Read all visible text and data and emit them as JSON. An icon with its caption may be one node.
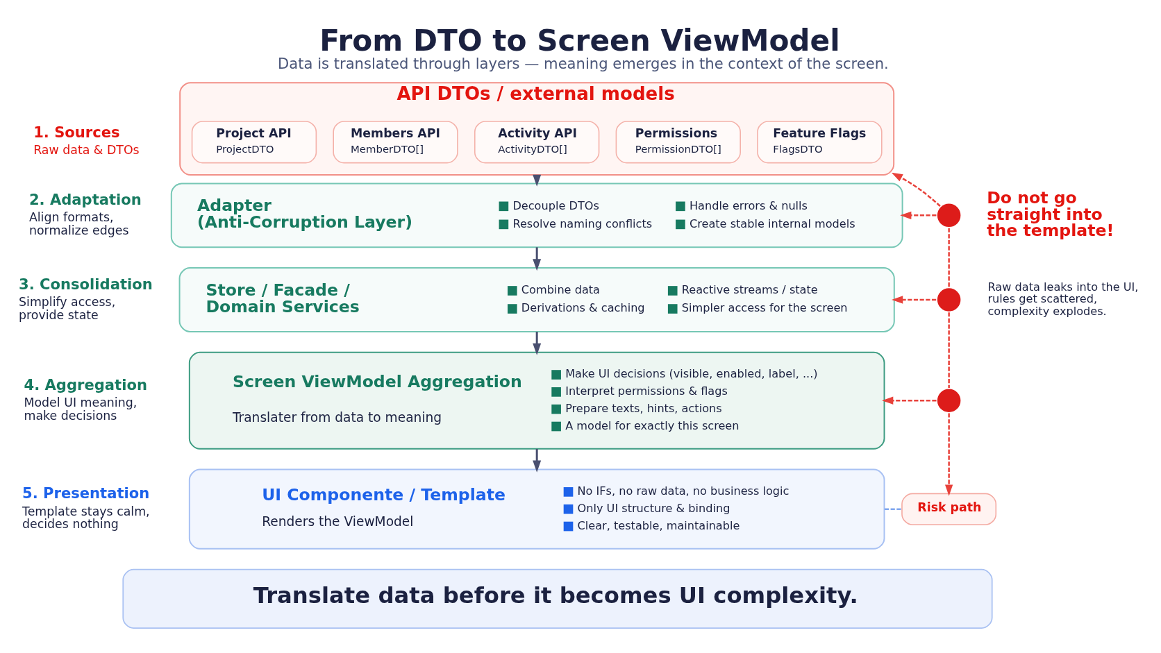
{
  "diagram": {
    "title": "From DTO to Screen ViewModel",
    "caption": "Data is translated through layers — meaning emerges in the context of the screen.",
    "nodes": [
      {
        "text": [
          "API DTOs / external models"
        ],
        "beside": [
          "1. Sources",
          "Raw data & DTOs"
        ]
      },
      {
        "text": [
          "Project API",
          "ProjectDTO"
        ],
        "in": 0
      },
      {
        "text": [
          "Members API",
          "MemberDTO[]"
        ],
        "in": 0
      },
      {
        "text": [
          "Activity API",
          "ActivityDTO[]"
        ],
        "in": 0
      },
      {
        "text": [
          "Permissions",
          "PermissionDTO[]"
        ],
        "in": 0
      },
      {
        "text": [
          "Feature Flags",
          "FlagsDTO"
        ],
        "in": 0
      },
      {
        "text": [
          "Adapter (Anti-Corruption Layer)",
          "Decouple DTOs",
          "Handle errors & nulls",
          "Resolve naming conflicts",
          "Create stable internal models"
        ],
        "beside": [
          "2. Adaptation",
          "Align formats, normalize edges"
        ]
      },
      {
        "text": [
          "Store / Facade / Domain Services",
          "Combine data",
          "Reactive streams / state",
          "Derivations & caching",
          "Simpler access for the screen"
        ],
        "beside": [
          "3. Consolidation",
          "Simplify access, provide state"
        ]
      },
      {
        "text": [
          "Screen ViewModel Aggregation",
          "Translater from data to meaning",
          "Make UI decisions (visible, enabled, label, ...)",
          "Interpret permissions & flags",
          "Prepare texts, hints, actions",
          "A model for exactly this screen"
        ],
        "beside": [
          "4. Aggregation",
          "Model UI meaning, make decisions"
        ]
      },
      {
        "text": [
          "UI Componente / Template",
          "Renders the ViewModel",
          "No IFs, no raw data, no business logic",
          "Only UI structure & binding",
          "Clear, testable, maintainable"
        ],
        "beside": [
          "5. Presentation",
          "Template stays calm, decides nothing"
        ]
      },
      {
        "text": [],
        "shape": "circle"
      },
      {
        "text": [],
        "shape": "circle"
      },
      {
        "text": [],
        "shape": "circle"
      },
      {
        "text": [
          "Risk path"
        ]
      },
      {
        "text": [
          "Translate data before it becomes UI complexity."
        ]
      }
    ],
    "edges": [
      {
        "from": 0,
        "to": 6,
        "arrow": "to",
        "color": "#4a5070"
      },
      {
        "from": 6,
        "to": 7,
        "arrow": "to",
        "color": "#4a5070"
      },
      {
        "from": 7,
        "to": 8,
        "arrow": "to",
        "color": "#4a5070"
      },
      {
        "from": 8,
        "to": 9,
        "arrow": "to",
        "color": "#4a5070"
      },
      {
        "from": 10,
        "to": 0,
        "arrow": "to",
        "style": "dashed",
        "color": "#e8413a"
      },
      {
        "from": 10,
        "to": 6,
        "arrow": "to",
        "style": "dashed",
        "color": "#e8413a"
      },
      {
        "from": 10,
        "to": 11,
        "arrow": "none",
        "style": "dashed",
        "color": "#e8413a"
      },
      {
        "from": 11,
        "to": 7,
        "arrow": "to",
        "style": "dashed",
        "color": "#e8413a"
      },
      {
        "from": 11,
        "to": 12,
        "arrow": "none",
        "style": "dashed",
        "color": "#e8413a"
      },
      {
        "from": 12,
        "to": 8,
        "arrow": "to",
        "style": "dashed",
        "color": "#e8413a"
      },
      {
        "from": 12,
        "to": 13,
        "arrow": "to",
        "style": "dashed",
        "color": "#e8413a"
      },
      {
        "from": 9,
        "to": 13,
        "arrow": "none",
        "style": "dashed",
        "color": "#7fa6ee"
      }
    ],
    "labels": [
      "Do not go straight into the template!",
      "Raw data leaks into the UI, rules get scattered, complexity explodes."
    ]
  }
}
